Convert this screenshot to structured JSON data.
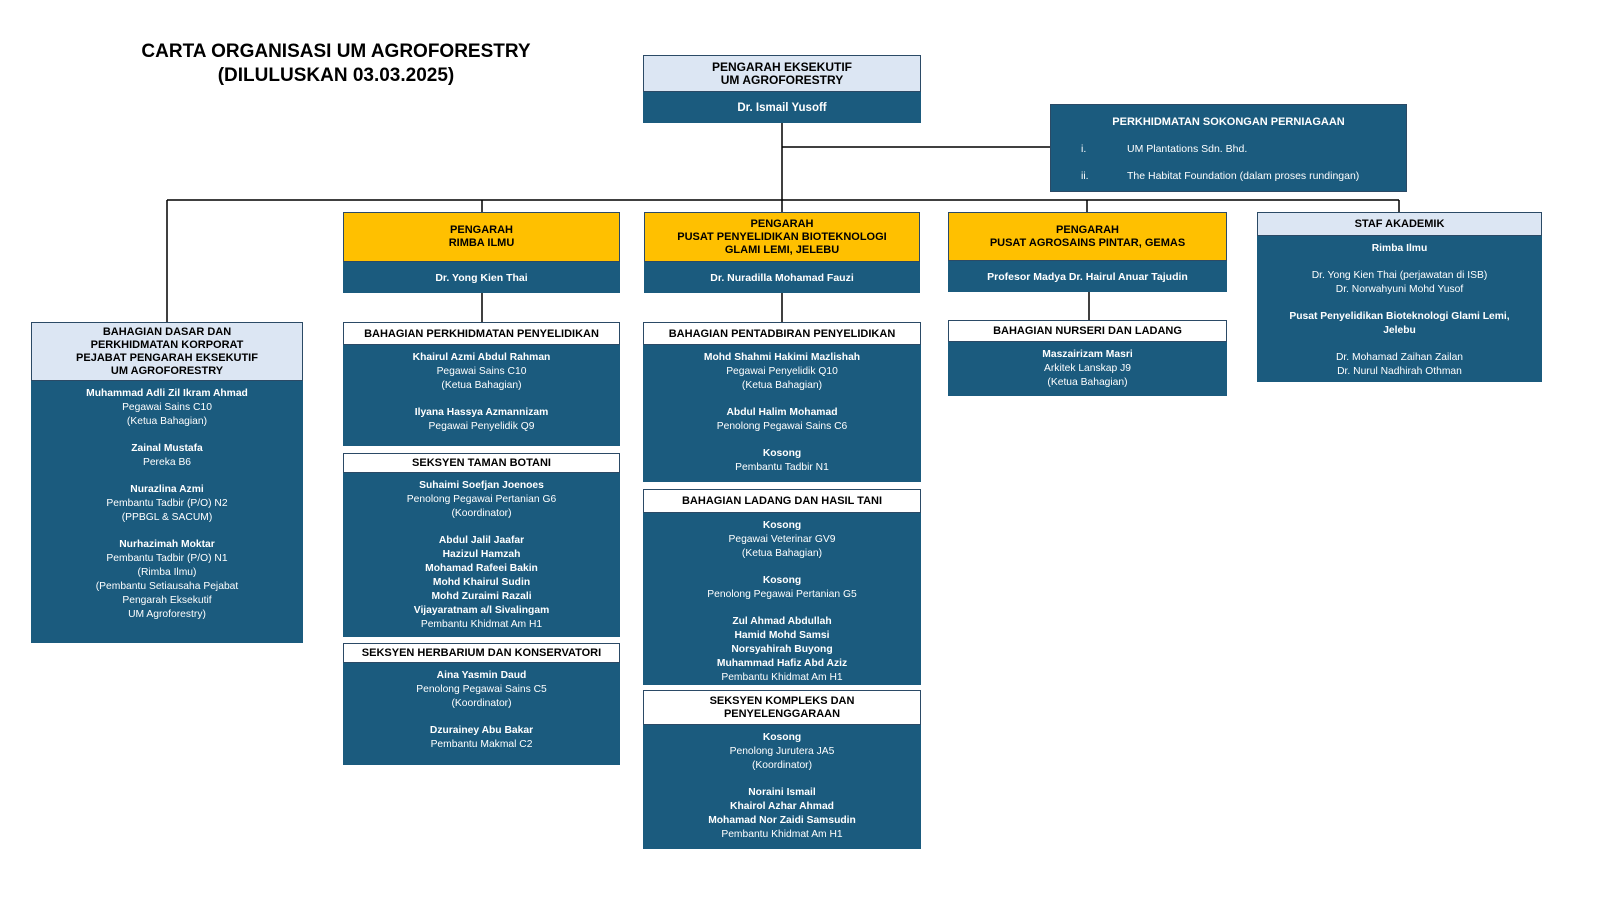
{
  "title": {
    "line1": "CARTA ORGANISASI UM AGROFORESTRY",
    "line2": "(DILULUSKAN 03.03.2025)"
  },
  "colors": {
    "navy": "#1b5b7e",
    "light_header": "#dce6f3",
    "gold_header": "#ffc000",
    "connector": "#000000"
  },
  "executive": {
    "heading": [
      "PENGARAH EKSEKUTIF",
      "UM AGROFORESTRY"
    ],
    "name": "Dr. Ismail Yusoff"
  },
  "business_support": {
    "heading": "PERKHIDMATAN SOKONGAN PERNIAGAAN",
    "items": [
      {
        "numeral": "i.",
        "text": "UM Plantations Sdn. Bhd."
      },
      {
        "numeral": "ii.",
        "text": "The Habitat Foundation (dalam proses rundingan)"
      }
    ]
  },
  "corporate": {
    "heading": [
      "BAHAGIAN DASAR DAN",
      "PERKHIDMATAN KORPORAT",
      "PEJABAT PENGARAH EKSEKUTIF",
      "UM AGROFORESTRY"
    ],
    "lines": [
      {
        "t": "Muhammad Adli Zil Ikram Ahmad",
        "b": true
      },
      {
        "t": "Pegawai Sains C10"
      },
      {
        "t": "(Ketua Bahagian)"
      },
      {
        "gap": true
      },
      {
        "t": "Zainal Mustafa",
        "b": true
      },
      {
        "t": "Pereka B6"
      },
      {
        "gap": true
      },
      {
        "t": "Nurazlina Azmi",
        "b": true
      },
      {
        "t": "Pembantu Tadbir (P/O) N2"
      },
      {
        "t": "(PPBGL & SACUM)"
      },
      {
        "gap": true
      },
      {
        "t": "Nurhazimah Moktar",
        "b": true
      },
      {
        "t": "Pembantu Tadbir (P/O) N1"
      },
      {
        "t": "(Rimba Ilmu)"
      },
      {
        "t": "(Pembantu Setiausaha Pejabat"
      },
      {
        "t": "Pengarah Eksekutif"
      },
      {
        "t": "UM Agroforestry)"
      }
    ]
  },
  "rimba": {
    "heading": [
      "PENGARAH",
      "RIMBA ILMU"
    ],
    "name": "Dr. Yong Kien Thai",
    "units": [
      {
        "heading": "BAHAGIAN PERKHIDMATAN PENYELIDIKAN",
        "lines": [
          {
            "t": "Khairul Azmi Abdul Rahman",
            "b": true
          },
          {
            "t": "Pegawai Sains C10"
          },
          {
            "t": "(Ketua Bahagian)"
          },
          {
            "gap": true
          },
          {
            "t": "Ilyana Hassya Azmannizam",
            "b": true
          },
          {
            "t": "Pegawai Penyelidik Q9"
          }
        ]
      },
      {
        "heading": "SEKSYEN TAMAN BOTANI",
        "lines": [
          {
            "t": "Suhaimi Soefjan Joenoes",
            "b": true
          },
          {
            "t": "Penolong Pegawai Pertanian G6"
          },
          {
            "t": "(Koordinator)"
          },
          {
            "gap": true
          },
          {
            "t": "Abdul Jalil Jaafar",
            "b": true
          },
          {
            "t": "Hazizul Hamzah",
            "b": true
          },
          {
            "t": "Mohamad Rafeei Bakin",
            "b": true
          },
          {
            "t": "Mohd Khairul Sudin",
            "b": true
          },
          {
            "t": "Mohd Zuraimi Razali",
            "b": true
          },
          {
            "t": "Vijayaratnam a/l Sivalingam",
            "b": true
          },
          {
            "t": "Pembantu Khidmat Am H1"
          }
        ]
      },
      {
        "heading": "SEKSYEN HERBARIUM DAN KONSERVATORI",
        "lines": [
          {
            "t": "Aina Yasmin Daud",
            "b": true
          },
          {
            "t": "Penolong Pegawai Sains C5"
          },
          {
            "t": "(Koordinator)"
          },
          {
            "gap": true
          },
          {
            "t": "Dzurainey Abu Bakar",
            "b": true
          },
          {
            "t": "Pembantu Makmal C2"
          }
        ]
      }
    ]
  },
  "biotech": {
    "heading": [
      "PENGARAH",
      "PUSAT PENYELIDIKAN BIOTEKNOLOGI",
      "GLAMI LEMI, JELEBU"
    ],
    "name": "Dr. Nuradilla Mohamad Fauzi",
    "units": [
      {
        "heading": "BAHAGIAN PENTADBIRAN PENYELIDIKAN",
        "lines": [
          {
            "t": "Mohd Shahmi Hakimi Mazlishah",
            "b": true
          },
          {
            "t": "Pegawai Penyelidik Q10"
          },
          {
            "t": "(Ketua Bahagian)"
          },
          {
            "gap": true
          },
          {
            "t": "Abdul Halim Mohamad",
            "b": true
          },
          {
            "t": "Penolong Pegawai Sains C6"
          },
          {
            "gap": true
          },
          {
            "t": "Kosong",
            "b": true
          },
          {
            "t": "Pembantu Tadbir N1"
          }
        ]
      },
      {
        "heading": "BAHAGIAN LADANG DAN HASIL TANI",
        "lines": [
          {
            "t": "Kosong",
            "b": true
          },
          {
            "t": "Pegawai Veterinar GV9"
          },
          {
            "t": "(Ketua Bahagian)"
          },
          {
            "gap": true
          },
          {
            "t": "Kosong",
            "b": true
          },
          {
            "t": "Penolong Pegawai Pertanian G5"
          },
          {
            "gap": true
          },
          {
            "t": "Zul Ahmad Abdullah",
            "b": true
          },
          {
            "t": "Hamid Mohd Samsi",
            "b": true
          },
          {
            "t": "Norsyahirah Buyong",
            "b": true
          },
          {
            "t": "Muhammad Hafiz Abd Aziz",
            "b": true
          },
          {
            "t": "Pembantu Khidmat Am H1"
          }
        ]
      },
      {
        "heading": [
          "SEKSYEN KOMPLEKS DAN",
          "PENYELENGGARAAN"
        ],
        "lines": [
          {
            "t": "Kosong",
            "b": true
          },
          {
            "t": "Penolong Jurutera JA5"
          },
          {
            "t": "(Koordinator)"
          },
          {
            "gap": true
          },
          {
            "t": "Noraini Ismail",
            "b": true
          },
          {
            "t": "Khairol Azhar Ahmad",
            "b": true
          },
          {
            "t": "Mohamad Nor Zaidi Samsudin",
            "b": true
          },
          {
            "t": "Pembantu Khidmat Am H1"
          }
        ]
      }
    ]
  },
  "agro": {
    "heading": [
      "PENGARAH",
      "PUSAT AGROSAINS PINTAR, GEMAS"
    ],
    "name": "Profesor Madya Dr. Hairul Anuar Tajudin",
    "units": [
      {
        "heading": "BAHAGIAN NURSERI DAN LADANG",
        "lines": [
          {
            "t": "Maszairizam Masri",
            "b": true
          },
          {
            "t": "Arkitek Lanskap J9"
          },
          {
            "t": "(Ketua Bahagian)"
          }
        ]
      }
    ]
  },
  "academic": {
    "heading": "STAF AKADEMIK",
    "lines": [
      {
        "t": "Rimba Ilmu",
        "b": true
      },
      {
        "gap": true
      },
      {
        "t": "Dr. Yong Kien Thai (perjawatan di ISB)"
      },
      {
        "t": "Dr. Norwahyuni Mohd Yusof"
      },
      {
        "gap": true
      },
      {
        "t": "Pusat Penyelidikan Bioteknologi Glami Lemi,",
        "b": true
      },
      {
        "t": "Jelebu",
        "b": true
      },
      {
        "gap": true
      },
      {
        "t": "Dr. Mohamad Zaihan Zailan"
      },
      {
        "t": "Dr. Nurul Nadhirah Othman"
      }
    ]
  }
}
